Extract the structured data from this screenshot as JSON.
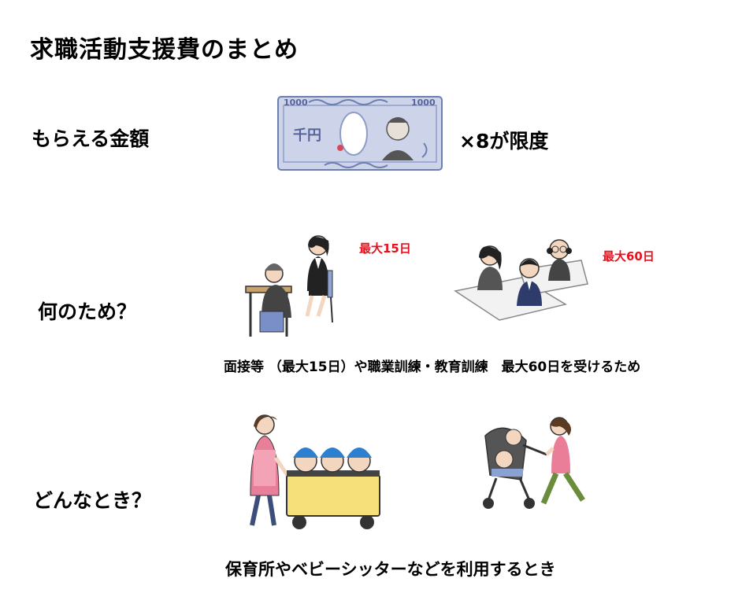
{
  "title": "求職活動支援費のまとめ",
  "amount": {
    "label": "もらえる金額",
    "bill_text": "千円",
    "bill_number": "1000",
    "multiplier": "×8が限度"
  },
  "purpose": {
    "label": "何のため？",
    "interview_limit": "最大15日",
    "training_limit": "最大60日",
    "caption": "面接等 （最大15日）や職業訓練・教育訓練　最大60日を受けるため"
  },
  "when": {
    "label": "どんなとき？",
    "caption": "保育所やベビーシッターなどを利用するとき"
  },
  "colors": {
    "accent_red": "#e8111e",
    "bill": "#cdd4ea",
    "bill_line": "#6d7fb0"
  }
}
